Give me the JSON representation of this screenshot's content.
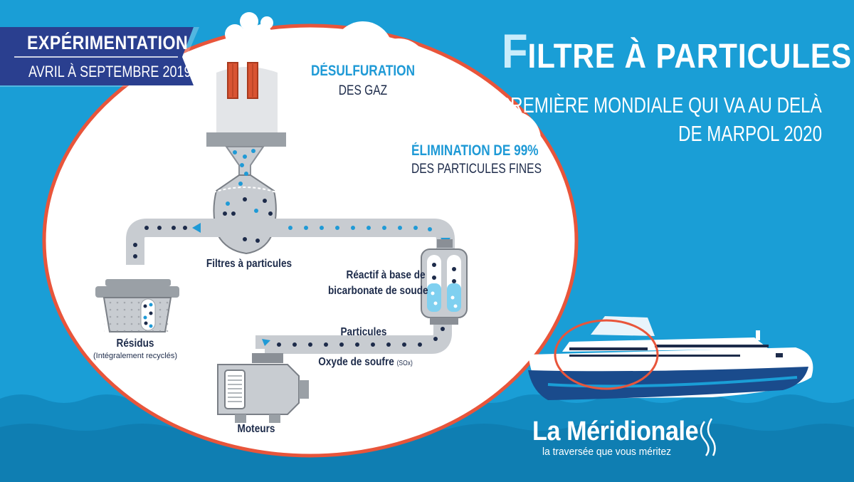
{
  "banner": {
    "title": "EXPÉRIMENTATION",
    "dates": "AVRIL À SEPTEMBRE 2019"
  },
  "headline": {
    "initial": "F",
    "rest": "ILTRE À PARTICULES",
    "subtitle_line1": "UNE PREMIÈRE MONDIALE QUI VA AU DELÀ",
    "subtitle_line2": "DE MARPOL 2020"
  },
  "clouds": {
    "desulfuration_strong": "DÉSULFURATION",
    "desulfuration_weak": "DES GAZ",
    "elimination_strong": "ÉLIMINATION DE 99%",
    "elimination_weak": "DES PARTICULES FINES"
  },
  "diagram": {
    "filters_label": "Filtres à particules",
    "reagent_line1": "Réactif à base de",
    "reagent_line2": "bicarbonate de soude",
    "residues_label": "Résidus",
    "residues_note": "(Intégralement recyclés)",
    "particles_label": "Particules",
    "sulfur_label": "Oxyde de soufre",
    "sulfur_abbr": "(SOx)",
    "engines_label": "Moteurs"
  },
  "brand": {
    "name": "La Méridionale",
    "tagline": "la traversée que vous méritez"
  },
  "colors": {
    "background": "#1a9ed6",
    "banner": "#2a3f8f",
    "circle_border": "#e8553b",
    "particle_blue": "#1f9ad6",
    "particle_dark": "#1d2b4a",
    "headline_accent": "#c9ecfb"
  }
}
